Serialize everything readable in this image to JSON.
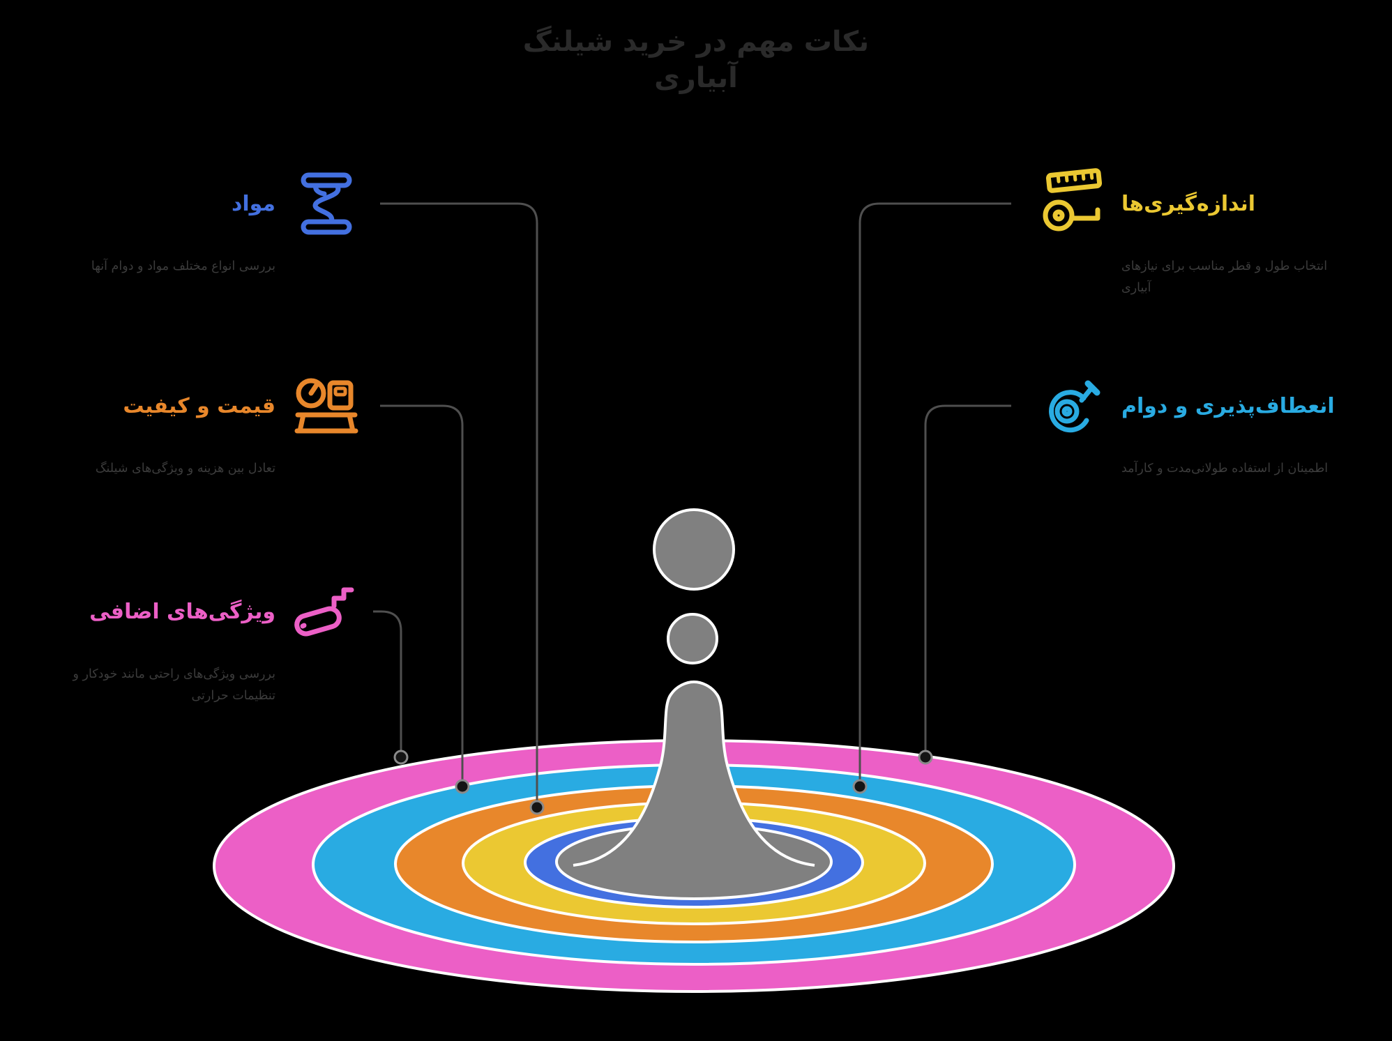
{
  "title": {
    "line1": "نکات مهم در خرید شیلنگ",
    "line2": "آبیاری"
  },
  "items": [
    {
      "id": "materials",
      "label": "مواد",
      "description": "بررسی انواع مختلف مواد و دوام آنها",
      "color": "#4370E0",
      "icon": "fabric-layers-icon"
    },
    {
      "id": "price-quality",
      "label": "قیمت و کیفیت",
      "description": "تعادل بین هزینه و ویژگی‌های شیلنگ",
      "color": "#E8872B",
      "icon": "scale-icon"
    },
    {
      "id": "extra-features",
      "label": "ویژگی‌های اضافی",
      "description": "بررسی ویژگی‌های راحتی مانند خودکار و تنظیمات حرارتی",
      "color": "#EC5FC6",
      "icon": "spray-nozzle-icon"
    },
    {
      "id": "measurements",
      "label": "اندازه‌گیری‌ها",
      "description": "انتخاب طول و قطر مناسب برای نیازهای آبیاری",
      "color": "#EBC832",
      "icon": "tape-measure-icon"
    },
    {
      "id": "flexibility-durability",
      "label": "انعطاف‌پذیری و دوام",
      "description": "اطمینان از استفاده طولانی‌مدت و کارآمد",
      "color": "#29ABE2",
      "icon": "coiled-hose-icon"
    }
  ],
  "rings": [
    {
      "name": "ripple-ring-1-outer",
      "color": "#EC5FC6"
    },
    {
      "name": "ripple-ring-2",
      "color": "#29ABE2"
    },
    {
      "name": "ripple-ring-3",
      "color": "#E8872B"
    },
    {
      "name": "ripple-ring-4",
      "color": "#EBC832"
    },
    {
      "name": "ripple-ring-5",
      "color": "#4370E0"
    },
    {
      "name": "ripple-ring-6-center",
      "color": "#808080"
    }
  ],
  "splash": {
    "color": "#808080",
    "outline": "#ffffff"
  },
  "colors": {
    "background": "#000000",
    "title": "#2a2a2a",
    "description": "#3c3c3c",
    "connector": "#4f4f4f",
    "dot_fill": "#141414",
    "dot_stroke": "#8a8a8a",
    "ring_outline": "#ffffff"
  }
}
